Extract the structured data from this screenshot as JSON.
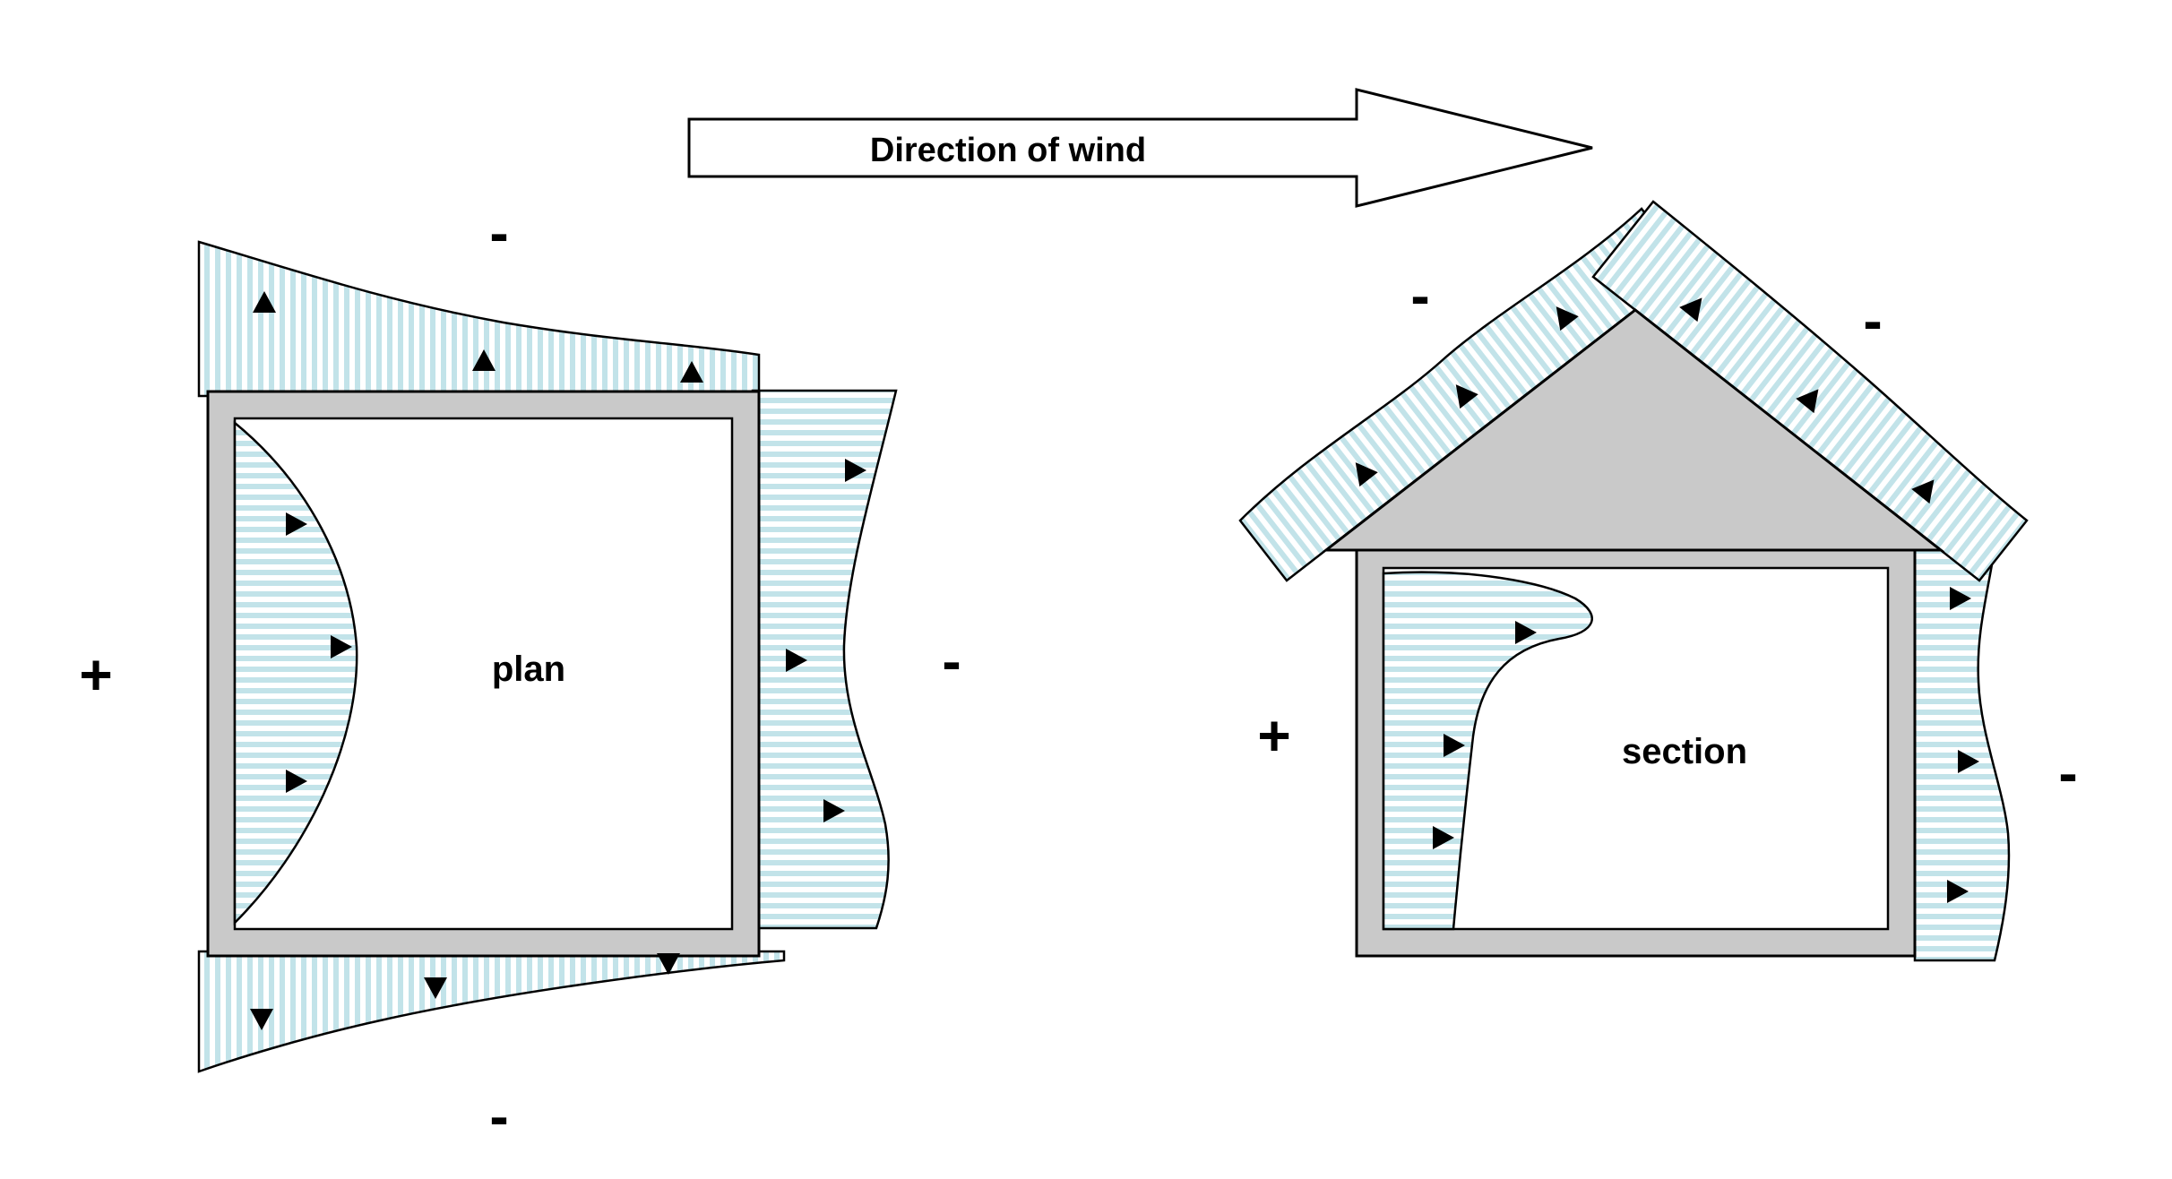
{
  "wind_arrow": {
    "label": "Direction of wind"
  },
  "plan": {
    "label": "plan",
    "sign_left": "+",
    "sign_top": "-",
    "sign_right": "-",
    "sign_bottom": "-"
  },
  "section": {
    "label": "section",
    "sign_left": "+",
    "sign_roof_left": "-",
    "sign_roof_right": "-",
    "sign_right": "-"
  },
  "colors": {
    "hatch": "#c2e3e9",
    "wall_gray": "#c9c9c9",
    "outline": "#000000"
  }
}
